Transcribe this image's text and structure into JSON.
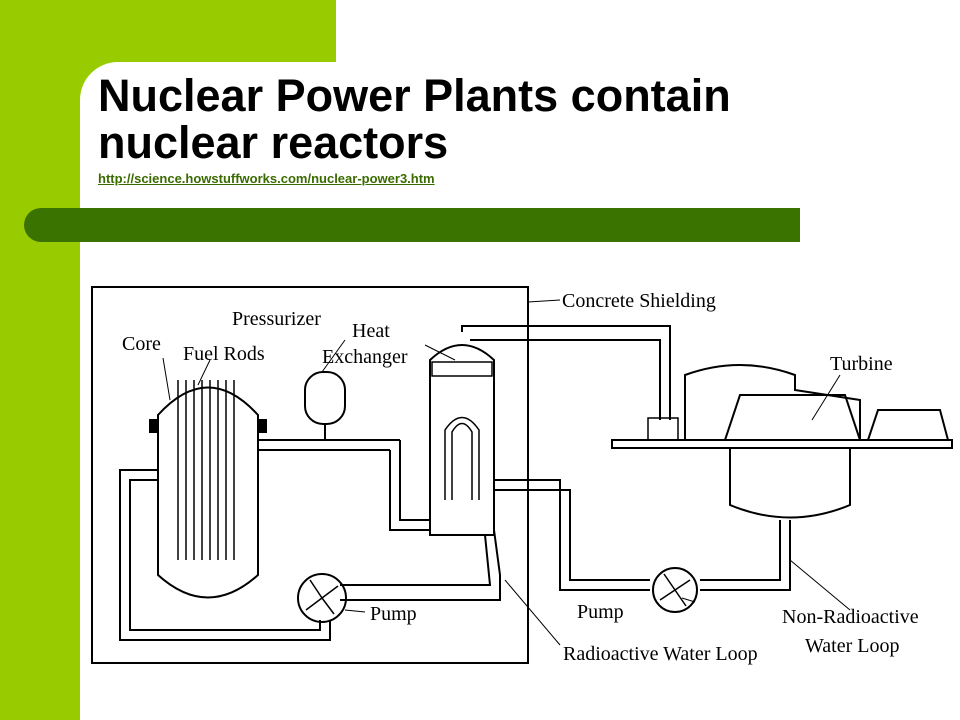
{
  "slide": {
    "title_line1": "Nuclear Power Plants contain",
    "title_line2": "nuclear reactors",
    "source_url": "http://science.howstuffworks.com/nuclear-power3.htm"
  },
  "diagram": {
    "labels": {
      "concrete_shielding": "Concrete Shielding",
      "pressurizer": "Pressurizer",
      "heat": "Heat",
      "exchanger": "Exchanger",
      "core": "Core",
      "fuel_rods": "Fuel Rods",
      "turbine": "Turbine",
      "pump_left": "Pump",
      "pump_right": "Pump",
      "radioactive_water_loop": "Radioactive Water Loop",
      "non_radioactive_line1": "Non-Radioactive",
      "non_radioactive_line2": "Water Loop"
    }
  },
  "colors": {
    "lime": "#99cc00",
    "dark_green_bar": "#3a7300",
    "link": "#3a6b00"
  }
}
